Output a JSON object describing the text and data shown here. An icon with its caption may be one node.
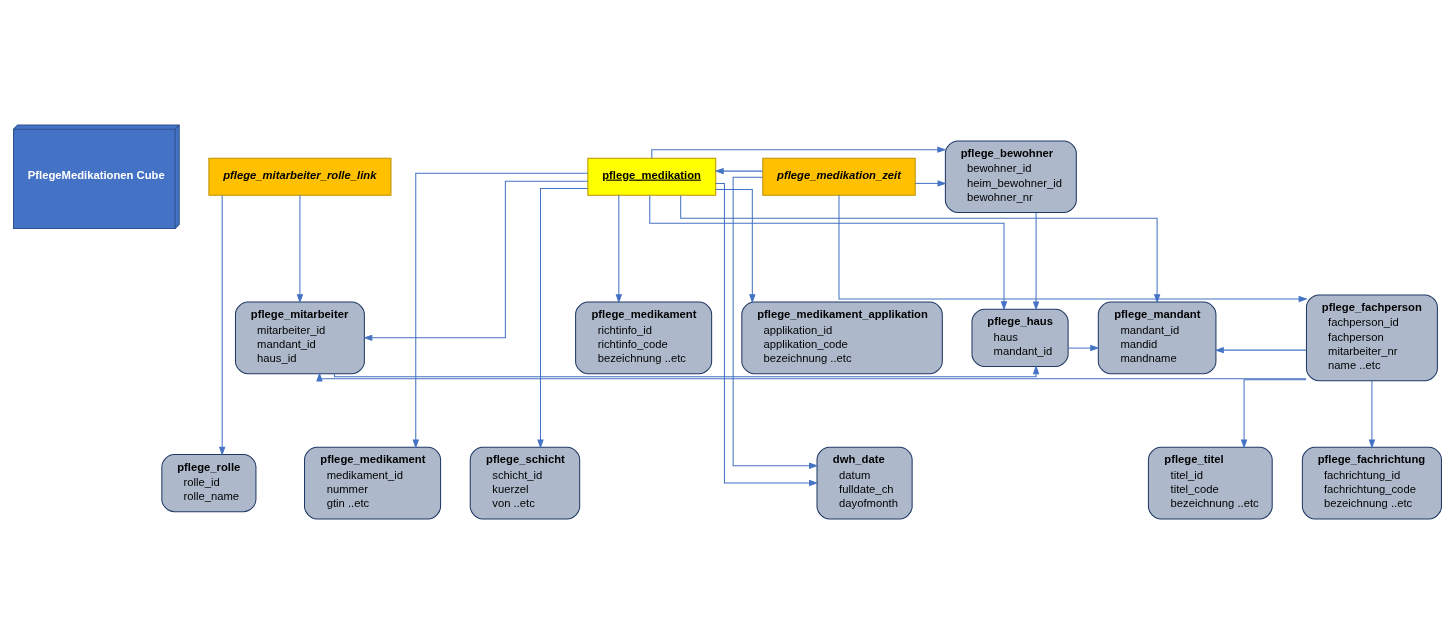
{
  "diagram": {
    "nodes": [
      {
        "text": [
          "PflegeMedikationen Cube"
        ]
      },
      {
        "text": [
          "pflege_mitarbeiter",
          "mitarbeiter_id",
          "mandant_id",
          "haus_id"
        ]
      },
      {
        "text": [
          "pflege_haus",
          "haus",
          "mandant_id"
        ]
      },
      {
        "text": [
          "pflege_mandant",
          "mandant_id",
          "mandid",
          "mandname"
        ]
      },
      {
        "text": [
          "pflege_fachperson",
          "fachperson_id",
          "fachperson",
          "mitarbeiter_nr",
          "name ..etc"
        ]
      },
      {
        "text": [
          "pflege_mitarbeiter_rolle_link"
        ]
      },
      {
        "text": [
          "pflege_medikation"
        ]
      },
      {
        "text": [
          "pflege_medikation_zeit"
        ]
      },
      {
        "text": [
          "pflege_bewohner",
          "bewohner_id",
          "heim_bewohner_id",
          "bewohner_nr"
        ]
      },
      {
        "text": [
          "pflege_rolle",
          "rolle_id",
          "rolle_name"
        ]
      },
      {
        "text": [
          "pflege_medikament",
          "medikament_id",
          "nummer",
          "gtin ..etc"
        ]
      },
      {
        "text": [
          "pflege_schicht",
          "schicht_id",
          "kuerzel",
          "von ..etc"
        ]
      },
      {
        "text": [
          "dwh_date",
          "datum",
          "fulldate_ch",
          "dayofmonth"
        ]
      },
      {
        "text": [
          "pflege_titel",
          "titel_id",
          "titel_code",
          "bezeichnung ..etc"
        ]
      },
      {
        "text": [
          "pflege_fachrichtung",
          "fachrichtung_id",
          "fachrichtung_code",
          "bezeichnung ..etc"
        ]
      },
      {
        "text": [
          "pflege_medikament",
          "richtinfo_id",
          "richtinfo_code",
          "bezeichnung ..etc"
        ]
      },
      {
        "text": [
          "pflege_medikament_applikation",
          "applikation_id",
          "applikation_code",
          "bezeichnung ..etc"
        ]
      }
    ],
    "edges": [
      {
        "from": 1,
        "to": 2,
        "arrow": "to"
      },
      {
        "from": 2,
        "to": 3,
        "arrow": "to"
      },
      {
        "from": 4,
        "to": 1,
        "arrow": "to"
      },
      {
        "from": 4,
        "to": 3,
        "arrow": "to"
      },
      {
        "from": 5,
        "to": 1,
        "arrow": "to"
      },
      {
        "from": 5,
        "to": 9,
        "arrow": "to"
      },
      {
        "from": 6,
        "to": 1,
        "arrow": "to"
      },
      {
        "from": 6,
        "to": 2,
        "arrow": "to"
      },
      {
        "from": 6,
        "to": 3,
        "arrow": "to"
      },
      {
        "from": 7,
        "to": 4,
        "arrow": "to"
      },
      {
        "from": 8,
        "to": 2,
        "arrow": "to"
      },
      {
        "from": 6,
        "to": 8,
        "arrow": "to"
      },
      {
        "from": 7,
        "to": 8,
        "arrow": "to"
      },
      {
        "from": 7,
        "to": 6,
        "arrow": "to"
      },
      {
        "from": 6,
        "to": 10,
        "arrow": "to"
      },
      {
        "from": 6,
        "to": 11,
        "arrow": "to"
      },
      {
        "from": 6,
        "to": 12,
        "arrow": "to"
      },
      {
        "from": 6,
        "to": 15,
        "arrow": "to"
      },
      {
        "from": 6,
        "to": 16,
        "arrow": "to"
      },
      {
        "from": 7,
        "to": 12,
        "arrow": "to"
      },
      {
        "from": 4,
        "to": 13,
        "arrow": "to"
      },
      {
        "from": 4,
        "to": 14,
        "arrow": "to"
      }
    ]
  }
}
